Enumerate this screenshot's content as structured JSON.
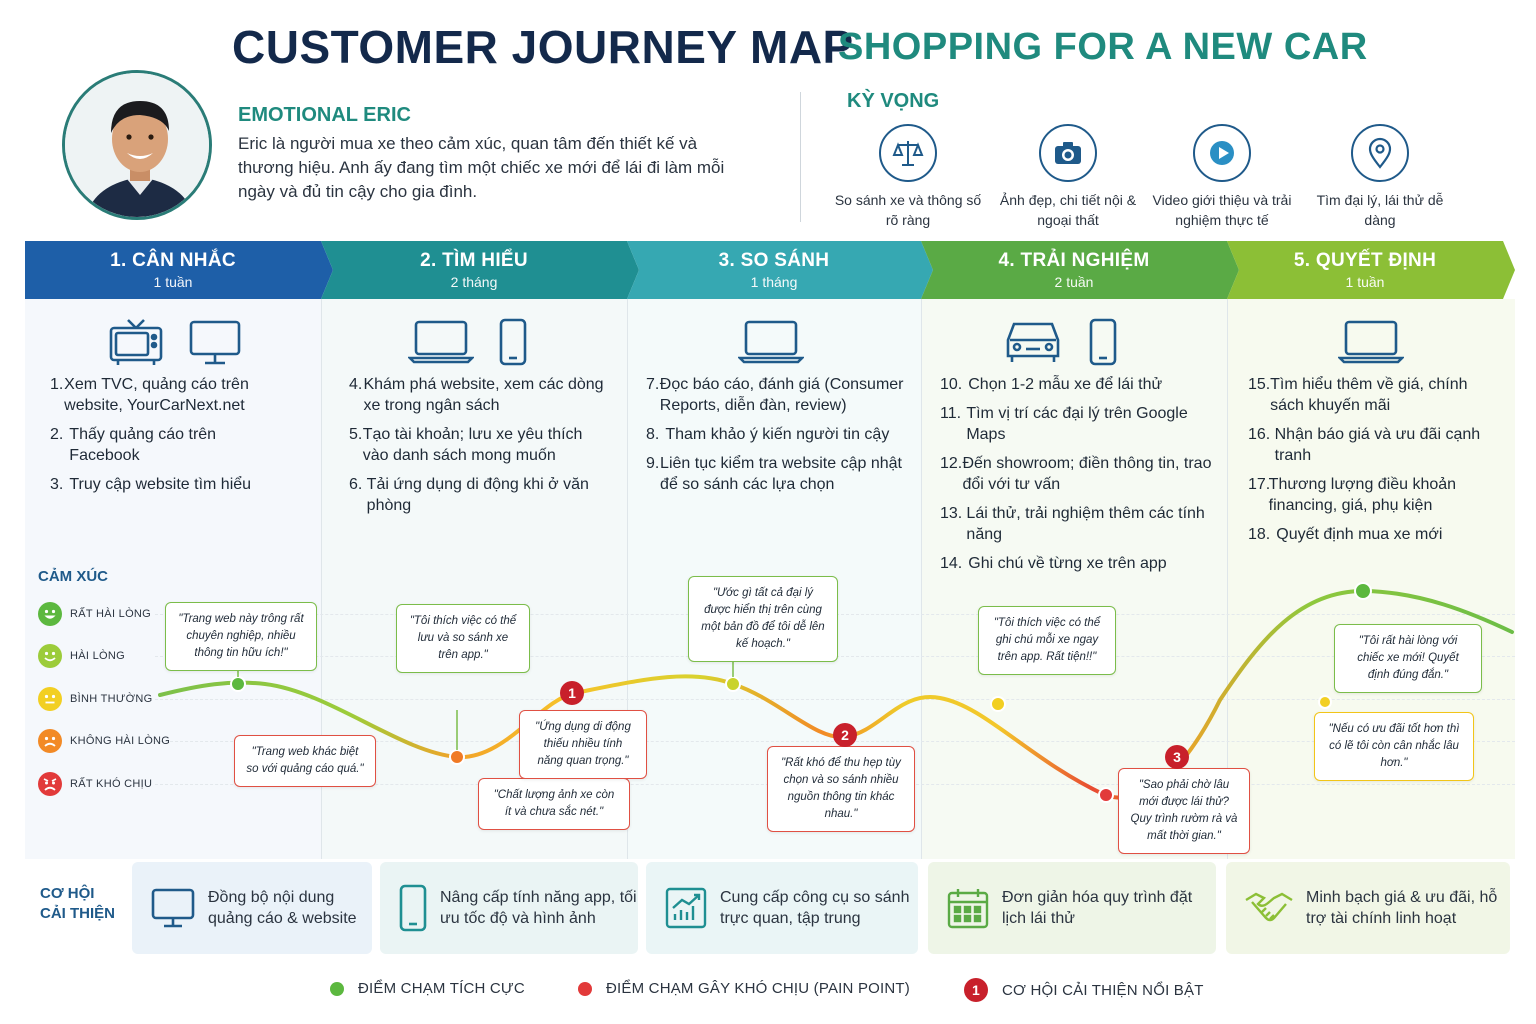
{
  "header": {
    "title": "CUSTOMER JOURNEY MAP",
    "subtitle": "SHOPPING FOR A NEW CAR"
  },
  "persona": {
    "name": "EMOTIONAL ERIC",
    "description": "Eric là người mua xe theo cảm xúc, quan tâm đến thiết kế và thương hiệu. Anh ấy đang tìm một chiếc xe mới để lái đi làm mỗi ngày và đủ tin cậy cho gia đình."
  },
  "expectations": {
    "title": "KỲ VỌNG",
    "items": [
      {
        "icon": "scale-icon",
        "label": "So sánh xe và thông số rõ ràng"
      },
      {
        "icon": "camera-icon",
        "label": "Ảnh đẹp, chi tiết nội & ngoại thất"
      },
      {
        "icon": "play-icon",
        "label": "Video giới thiệu và trải nghiệm thực tế"
      },
      {
        "icon": "location-pin-icon",
        "label": "Tìm đại lý, lái thử dễ dàng"
      }
    ]
  },
  "stages": [
    {
      "title": "1. CÂN NHẮC",
      "duration": "1 tuần",
      "color": "#1e5fa8"
    },
    {
      "title": "2. TÌM HIỂU",
      "duration": "2 tháng",
      "color": "#1f8f92"
    },
    {
      "title": "3. SO SÁNH",
      "duration": "1 tháng",
      "color": "#36a8b2"
    },
    {
      "title": "4. TRẢI NGHIỆM",
      "duration": "2 tuần",
      "color": "#5aaa45"
    },
    {
      "title": "5. QUYẾT ĐỊNH",
      "duration": "1 tuần",
      "color": "#8cbf36"
    }
  ],
  "actions": [
    [
      {
        "num": "1.",
        "text": "Xem TVC, quảng cáo trên website, YourCarNext.net"
      },
      {
        "num": "2.",
        "text": "Thấy quảng cáo trên Facebook"
      },
      {
        "num": "3.",
        "text": "Truy cập website tìm hiểu"
      }
    ],
    [
      {
        "num": "4.",
        "text": "Khám phá website, xem các dòng xe trong ngân sách"
      },
      {
        "num": "5.",
        "text": "Tạo tài khoản; lưu xe yêu thích vào danh sách mong muốn"
      },
      {
        "num": "6.",
        "text": "Tải ứng dụng di động khi ở văn phòng"
      }
    ],
    [
      {
        "num": "7.",
        "text": "Đọc báo cáo, đánh giá (Consumer Reports, diễn đàn, review)"
      },
      {
        "num": "8.",
        "text": "Tham khảo ý kiến người tin cậy"
      },
      {
        "num": "9.",
        "text": "Liên tục kiểm tra website cập nhật để so sánh các lựa chọn"
      }
    ],
    [
      {
        "num": "10.",
        "text": "Chọn 1-2 mẫu xe để lái thử"
      },
      {
        "num": "11.",
        "text": "Tìm vị trí các đại lý trên Google Maps"
      },
      {
        "num": "12.",
        "text": "Đến showroom; điền thông tin, trao đổi với tư vấn"
      },
      {
        "num": "13.",
        "text": "Lái thử, trải nghiệm thêm các tính năng"
      },
      {
        "num": "14.",
        "text": "Ghi chú về từng xe trên app"
      }
    ],
    [
      {
        "num": "15.",
        "text": "Tìm hiểu thêm về giá, chính sách khuyến mãi"
      },
      {
        "num": "16.",
        "text": "Nhận báo giá và ưu đãi cạnh tranh"
      },
      {
        "num": "17.",
        "text": "Thương lượng điều khoản financing, giá, phụ kiện"
      },
      {
        "num": "18.",
        "text": "Quyết định mua xe mới"
      }
    ]
  ],
  "emotions": {
    "title": "CẢM XÚC",
    "levels": [
      {
        "label": "RẤT HÀI LÒNG",
        "color": "#5cb83f"
      },
      {
        "label": "HÀI LÒNG",
        "color": "#9ccc3a"
      },
      {
        "label": "BÌNH THƯỜNG",
        "color": "#f2cf22"
      },
      {
        "label": "KHÔNG HÀI LÒNG",
        "color": "#f28a26"
      },
      {
        "label": "RẤT KHÓ CHỊU",
        "color": "#e23a3a"
      }
    ],
    "quotes": [
      {
        "text": "\"Trang web này trông rất chuyên nghiệp, nhiều thông tin hữu ích!\"",
        "tone": "green"
      },
      {
        "text": "\"Trang web khác biệt so với quảng cáo quá.\"",
        "tone": "red"
      },
      {
        "text": "\"Tôi thích việc có thể lưu và so sánh xe trên app.\"",
        "tone": "green"
      },
      {
        "text": "\"Chất lượng ảnh xe còn ít và chưa sắc nét.\"",
        "tone": "red"
      },
      {
        "text": "\"Ứng dụng di động thiếu nhiều tính năng quan trọng.\"",
        "tone": "red"
      },
      {
        "text": "\"Ước gì tất cả đại lý được hiển thị trên cùng một bản đồ để tôi dễ lên kế hoạch.\"",
        "tone": "green"
      },
      {
        "text": "\"Rất khó để thu hẹp tùy chọn và so sánh nhiều nguồn thông tin khác nhau.\"",
        "tone": "red"
      },
      {
        "text": "\"Tôi thích việc có thể ghi chú mỗi xe ngay trên app. Rất tiện!!\"",
        "tone": "green"
      },
      {
        "text": "\"Sao phải chờ lâu mới được lái thử? Quy trình rườm rà và mất thời gian.\"",
        "tone": "red"
      },
      {
        "text": "\"Tôi rất hài lòng với chiếc xe mới! Quyết định đúng đắn.\"",
        "tone": "green"
      },
      {
        "text": "\"Nếu có ưu đãi tốt hơn thì có lẽ tôi còn cân nhắc lâu hơn.\"",
        "tone": "yellow"
      }
    ],
    "badges": [
      "1",
      "2",
      "3"
    ],
    "curve_levels": [
      3.6,
      3.9,
      2.4,
      3.2,
      3.8,
      2.3,
      3.3,
      1.8,
      4.8
    ],
    "curve_stage_points": [
      0.5,
      1.2,
      2.0,
      2.4,
      3.0,
      3.6,
      4.0,
      4.35,
      4.95
    ]
  },
  "opportunities": {
    "title_line1": "CƠ HỘI",
    "title_line2": "CẢI THIỆN",
    "items": [
      {
        "icon": "monitor-icon",
        "text": "Đồng bộ nội dung quảng cáo & website",
        "bg": "#eaf2f9"
      },
      {
        "icon": "smartphone-icon",
        "text": "Nâng cấp tính năng app, tối ưu tốc độ và hình ảnh",
        "bg": "#eaf4f4"
      },
      {
        "icon": "chart-icon",
        "text": "Cung cấp công cụ so sánh trực quan, tập trung",
        "bg": "#eaf5f6"
      },
      {
        "icon": "calendar-icon",
        "text": "Đơn giản hóa quy trình đặt lịch lái thử",
        "bg": "#eef5e7"
      },
      {
        "icon": "handshake-icon",
        "text": "Minh bạch giá & ưu đãi, hỗ trợ tài chính linh hoạt",
        "bg": "#f1f6e6"
      }
    ]
  },
  "legend": {
    "positive": "ĐIỂM CHẠM TÍCH CỰC",
    "pain": "ĐIỂM CHẠM GÂY KHÓ CHỊU (PAIN POINT)",
    "opportunity": "CƠ HỘI CẢI THIỆN NỔI BẬT",
    "opportunity_badge": "1",
    "colors": {
      "positive": "#5cb83f",
      "pain": "#e23a3a",
      "opportunity": "#c8202b"
    }
  }
}
